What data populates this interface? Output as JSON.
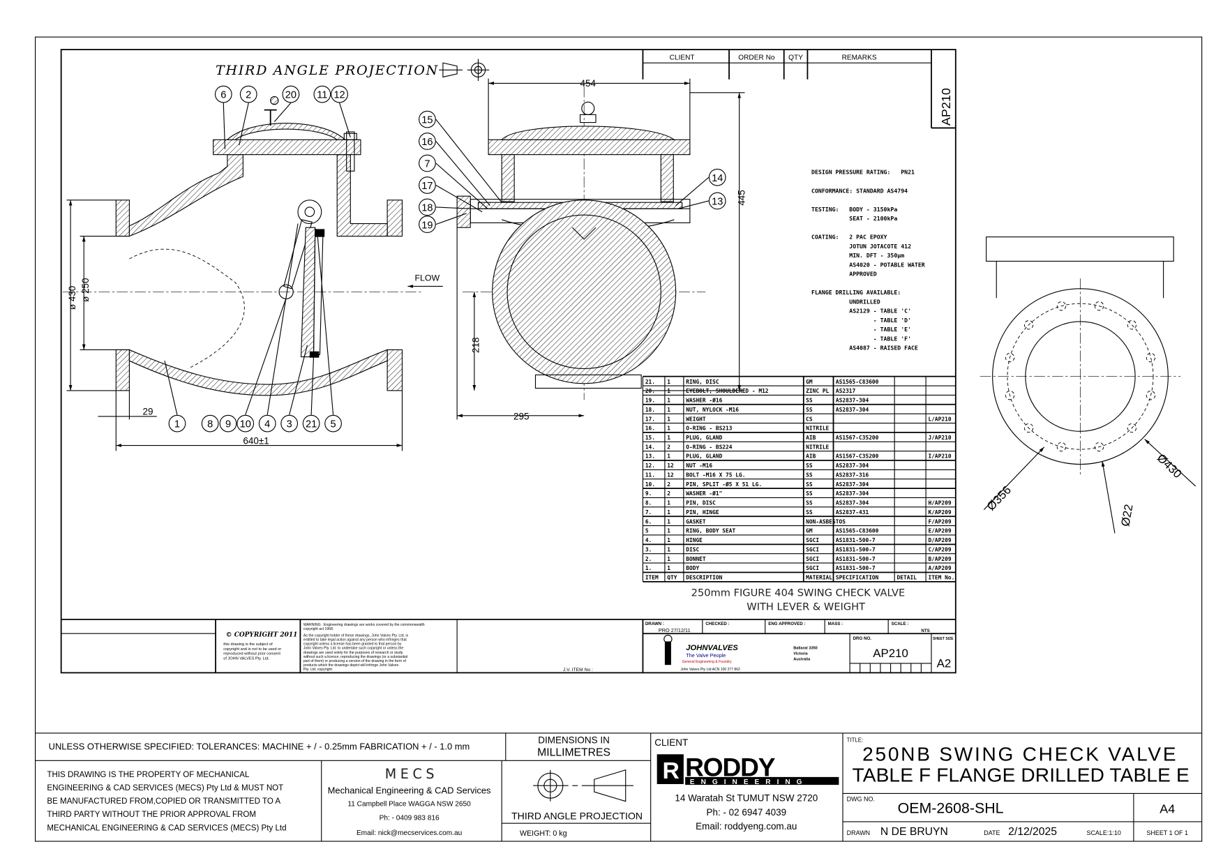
{
  "drawing": {
    "projection_heading": "THIRD ANGLE PROJECTION",
    "flow_label": "FLOW",
    "side_view": {
      "balloons_top": [
        "6",
        "2",
        "20",
        "11",
        "12"
      ],
      "balloons_bottom": [
        "1",
        "8",
        "9",
        "10",
        "4",
        "3",
        "21",
        "5"
      ],
      "dims": {
        "overall_length": "640±1",
        "offset": "29",
        "flange_od": "ø 430",
        "bore": "ø 250"
      }
    },
    "front_view": {
      "balloons_left": [
        "15",
        "16",
        "7",
        "17",
        "18",
        "19"
      ],
      "balloons_right": [
        "14",
        "13"
      ],
      "dims": {
        "width": "454",
        "height": "445",
        "centre_height": "218",
        "lever": "295"
      }
    },
    "end_view": {
      "dims": {
        "pcd": "Ø356",
        "hole": "Ø22",
        "od": "Ø430"
      },
      "bolt_holes": 12
    }
  },
  "header_table": {
    "columns": [
      "CLIENT",
      "ORDER No",
      "QTY",
      "REMARKS"
    ],
    "side_label": "AP210"
  },
  "notes": [
    "DESIGN PRESSURE RATING:   PN21",
    "",
    "CONFORMANCE: STANDARD AS4794",
    "",
    "TESTING:   BODY - 3150kPa",
    "           SEAT - 2100kPa",
    "",
    "COATING:   2 PAC EPOXY",
    "           JOTUN JOTACOTE 412",
    "           MIN. DFT - 350µm",
    "           AS4020 - POTABLE WATER",
    "           APPROVED",
    "",
    "FLANGE DRILLING AVAILABLE:",
    "           UNDRILLED",
    "           AS2129 - TABLE 'C'",
    "                  - TABLE 'D'",
    "                  - TABLE 'E'",
    "                  - TABLE 'F'",
    "           AS4087 - RAISED FACE"
  ],
  "parts_list": {
    "headers": [
      "ITEM",
      "QTY",
      "DESCRIPTION",
      "MATERIAL",
      "SPECIFICATION",
      "DETAIL",
      "ITEM No."
    ],
    "rows": [
      [
        "21.",
        "1",
        "RING, DISC",
        "GM",
        "AS1565-C83600",
        "",
        ""
      ],
      [
        "20.",
        "1",
        "EYEBOLT, SHOULDERED - M12",
        "ZINC PL",
        "AS2317",
        "",
        ""
      ],
      [
        "19.",
        "1",
        "WASHER -Ø16",
        "SS",
        "AS2837-304",
        "",
        ""
      ],
      [
        "18.",
        "1",
        "NUT, NYLOCK -M16",
        "SS",
        "AS2837-304",
        "",
        ""
      ],
      [
        "17.",
        "1",
        "WEIGHT",
        "CS",
        "",
        "",
        "L/AP210"
      ],
      [
        "16.",
        "1",
        "O-RING - BS213",
        "NITRILE",
        "",
        "",
        ""
      ],
      [
        "15.",
        "1",
        "PLUG, GLAND",
        "AIB",
        "AS1567-C35200",
        "",
        "J/AP210"
      ],
      [
        "14.",
        "2",
        "O-RING - BS224",
        "NITRILE",
        "",
        "",
        ""
      ],
      [
        "13.",
        "1",
        "PLUG, GLAND",
        "AIB",
        "AS1567-C35200",
        "",
        "I/AP210"
      ],
      [
        "12.",
        "12",
        "NUT -M16",
        "SS",
        "AS2837-304",
        "",
        ""
      ],
      [
        "11.",
        "12",
        "BOLT -M16 X 75 LG.",
        "SS",
        "AS2837-316",
        "",
        ""
      ],
      [
        "10.",
        "2",
        "PIN, SPLIT -Ø5 X 51 LG.",
        "SS",
        "AS2837-304",
        "",
        ""
      ],
      [
        "9.",
        "2",
        "WASHER -Ø1\"",
        "SS",
        "AS2837-304",
        "",
        ""
      ],
      [
        "8.",
        "1",
        "PIN, DISC",
        "SS",
        "AS2837-304",
        "",
        "H/AP209"
      ],
      [
        "7.",
        "1",
        "PIN, HINGE",
        "SS",
        "AS2837-431",
        "",
        "K/AP209"
      ],
      [
        "6.",
        "1",
        "GASKET",
        "NON-ASBESTOS",
        "",
        "",
        "F/AP209"
      ],
      [
        "5",
        "1",
        "RING, BODY SEAT",
        "GM",
        "AS1565-C83600",
        "",
        "E/AP209"
      ],
      [
        "4.",
        "1",
        "HINGE",
        "SGCI",
        "AS1831-500-7",
        "",
        "D/AP209"
      ],
      [
        "3.",
        "1",
        "DISC",
        "SGCI",
        "AS1831-500-7",
        "",
        "C/AP209"
      ],
      [
        "2.",
        "1",
        "BONNET",
        "SGCI",
        "AS1831-500-7",
        "",
        "B/AP209"
      ],
      [
        "1.",
        "1",
        "BODY",
        "SGCI",
        "AS1831-500-7",
        "",
        "A/AP209"
      ]
    ],
    "title_line1": "250mm FIGURE 404 SWING CHECK VALVE",
    "title_line2": "WITH LEVER & WEIGHT"
  },
  "jv_block": {
    "copyright_heading": "© COPYRIGHT 2011",
    "copyright_text": [
      "this drawing is the subject of",
      "copyright and is not to be used or",
      "reproduced without prior consent",
      "of JOHN VALVES Pty. Ltd."
    ],
    "warning_text": [
      "WARNING : Engineering drawings are works covered by the commonwealth",
      "copyright act 1968.",
      "As the copyright holder of these drawings, John Valves Pty. Ltd. is",
      "entitled to take legal action against any person who infringes that",
      "copyright unless a license has been granted to that person by",
      "John Valves Pty. Ltd. to undertake such copyright or unless the",
      "drawings are used solely for the purposes of research or study.",
      "without such a licence, reproducing the drawings (or a substantial",
      "part of them) or producing a version of the drawing in the form of",
      "products which the drawings depict will infringe John Valves",
      "Pty. Ltd. copyright."
    ],
    "jv_item_label": "J.V. ITEM No :",
    "drawn_label": "DRAWN :",
    "drawn_value": "PRO 27/12/11",
    "checked_label": "CHECKED :",
    "eng_approved_label": "ENG APPROVED :",
    "mass_label": "MASS :",
    "scale_label": "SCALE :",
    "scale_value": "NTS",
    "logo_name": "JOHNVALVES",
    "tagline": "The Valve People",
    "subtagline": "General Engineering & Foundry",
    "acn": "John Valves Pty Ltd ACN 100 277 862",
    "address": [
      "Ballarat  3350",
      "Victoria",
      "Australia"
    ],
    "drg_no_label": "DRG NO.",
    "drg_no": "AP210",
    "sheet_size_label": "SHEET SIZE",
    "sheet_size": "A2"
  },
  "title_block": {
    "tolerances": "UNLESS OTHERWISE SPECIFIED: TOLERANCES: MACHINE + / - 0.25mm  FABRICATION + / - 1.0 mm",
    "dimensions_line1": "DIMENSIONS IN",
    "dimensions_line2": "MILLIMETRES",
    "property_text": [
      "THIS DRAWING IS THE PROPERTY OF MECHANICAL",
      "ENGINEERING & CAD SERVICES (MECS) Pty Ltd & MUST NOT",
      "BE MANUFACTURED FROM,COPIED OR TRANSMITTED TO A",
      "THIRD PARTY WITHOUT THE PRIOR APPROVAL FROM",
      "MECHANICAL ENGINEERING & CAD SERVICES (MECS) Pty Ltd"
    ],
    "mecs_logo": "MECS",
    "mecs_name": "Mechanical Engineering & CAD Services",
    "mecs_address": "11 Campbell Place WAGGA NSW 2650",
    "mecs_phone": "Ph: - 0409 983 816",
    "mecs_email": "Email: nick@mecservices.com.au",
    "projection_label": "THIRD ANGLE PROJECTION",
    "weight": "WEIGHT: 0 kg",
    "client_label": "CLIENT",
    "client_logo_main": "RODDY",
    "client_logo_sub": "ENGINEERING",
    "client_address": "14 Waratah St TUMUT NSW 2720",
    "client_phone": "Ph: - 02 6947 4039",
    "client_email": "Email: roddyeng.com.au",
    "title_label": "TITLE:",
    "title_line1": "250NB SWING CHECK VALVE",
    "title_line2": "TABLE F FLANGE DRILLED TABLE E",
    "dwg_no_label": "DWG NO.",
    "dwg_no": "OEM-2608-SHL",
    "sheet_size": "A4",
    "drawn_label": "DRAWN",
    "drawn_by": "N DE BRUYN",
    "date_label": "DATE",
    "date": "2/12/2025",
    "scale": "SCALE:1:10",
    "sheet": "SHEET 1 OF 1"
  }
}
